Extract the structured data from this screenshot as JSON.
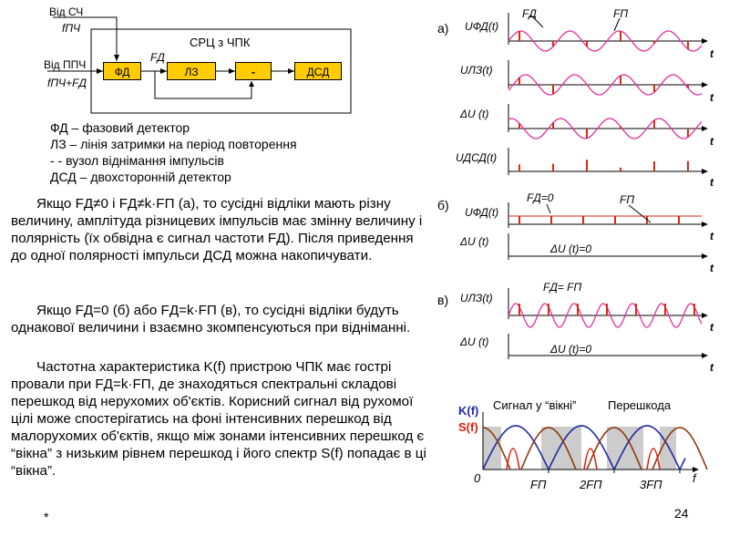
{
  "block_diagram": {
    "input_top": "Від СЧ",
    "input_top_freq": "fПЧ",
    "input_left": "Від ППЧ",
    "input_left_freq": "fПЧ+FД",
    "container_title": "СРЦ з ЧПК",
    "fd_label": "FД",
    "blocks": [
      "ФД",
      "ЛЗ",
      "-",
      "ДСД"
    ]
  },
  "legend": [
    "ФД – фазовий детектор",
    "ЛЗ – лінія затримки на період повторення",
    "-  - вузол віднімання імпульсів",
    "ДСД – двохсторонній детектор"
  ],
  "paragraphs": [
    "Якщо FД≠0 і FД≠k·FП (а), то сусідні відліки мають різну величину, амплітуда різницевих імпульсів має змінну величину і полярність (їх обвідна є сигнал частоти FД). Після приведення до одної полярності імпульси ДСД можна накопичувати.",
    "Якщо FД=0 (б) або FД=k·FП (в), то сусідні відліки будуть однакової величини і взаємно зкомпенсуються при відніманні.",
    "Частотна характеристика K(f) пристрою ЧПК має гострі провали при FД=k·FП, де знаходяться спектральні складові перешкод від нерухомих об'єктів. Корисний сигнал від рухомої цілі може спостерігатись на фоні інтенсивних перешкод від малорухомих об'єктів, якщо між зонами інтенсивних перешкод є “вікна” з низьким рівнем перешкод і його спектр S(f) попадає в ці “вікна”."
  ],
  "footnote": "*",
  "page_number": "24",
  "waveforms": {
    "case_a": "а)",
    "case_b": "б)",
    "case_c": "в)",
    "t": "t",
    "a": {
      "fd_label": "FД",
      "fp_label": "FП",
      "rows": [
        "UФД(t)",
        "UЛЗ(t)",
        "ΔU (t)",
        "UДСД(t)"
      ]
    },
    "b": {
      "fd_label": "FД=0",
      "fp_label": "FП",
      "rows": [
        "UФД(t)",
        "ΔU (t)"
      ],
      "zero_label": "ΔU (t)=0"
    },
    "c": {
      "fd_label": "FД= FП",
      "rows": [
        "UЛЗ(t)",
        "ΔU (t)"
      ],
      "zero_label": "ΔU (t)=0"
    }
  },
  "spectrum": {
    "k_label": "K(f)",
    "s_label": "S(f)",
    "window_label": "Сигнал у “вікні”",
    "interference_label": "Перешкода",
    "origin": "0",
    "ticks": [
      "FП",
      "2FП",
      "3FП"
    ],
    "f": "f"
  },
  "colors": {
    "block_fill": "#ffcc00",
    "sine": "#e0309f",
    "pulse": "#d72a10",
    "k_curve": "#1f2a9e",
    "s_curve": "#e02010",
    "interference": "#8a3a10",
    "shade": "#cccccc",
    "k_label": "#1f2ab0",
    "s_label": "#e02010"
  }
}
